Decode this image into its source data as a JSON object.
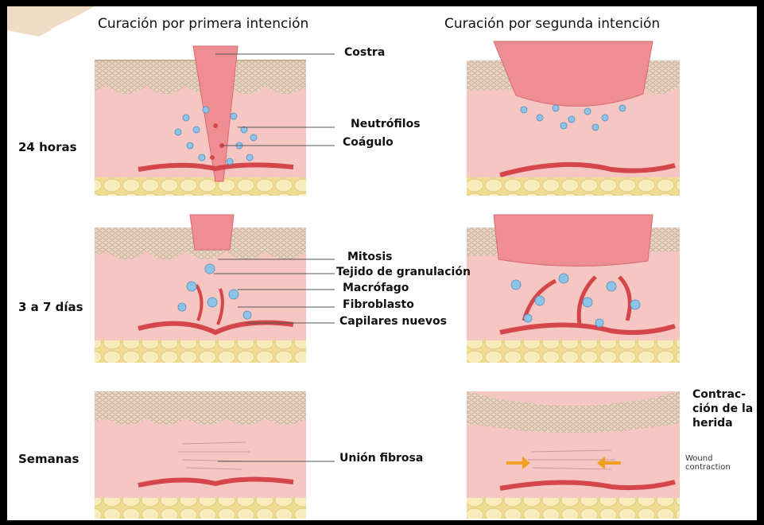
{
  "headers": {
    "left": "Curación por primera intención",
    "right": "Curación por segunda intención"
  },
  "stages": {
    "s1": "24 horas",
    "s2": "3 a 7 días",
    "s3": "Semanas"
  },
  "labels": {
    "costra": "Costra",
    "neutrofilos": "Neutrófilos",
    "coagulo": "Coágulo",
    "mitosis": "Mitosis",
    "tejido": "Tejido de granulación",
    "macrofago": "Macrófago",
    "fibroblasto": "Fibroblasto",
    "capilares": "Capilares nuevos",
    "union": "Unión fibrosa",
    "contraccion_1": "Contrac-",
    "contraccion_2": "ción de la",
    "contraccion_3": "herida",
    "wound_1": "Wound",
    "wound_2": "contraction"
  },
  "colors": {
    "dermis": "#f6c6c2",
    "epidermis": "#e7d2c0",
    "fat": "#f5e6a8",
    "wound": "#ee8d92",
    "vessel": "#d4464a",
    "cell": "#8ec3e6",
    "arrow": "#f0a020"
  }
}
